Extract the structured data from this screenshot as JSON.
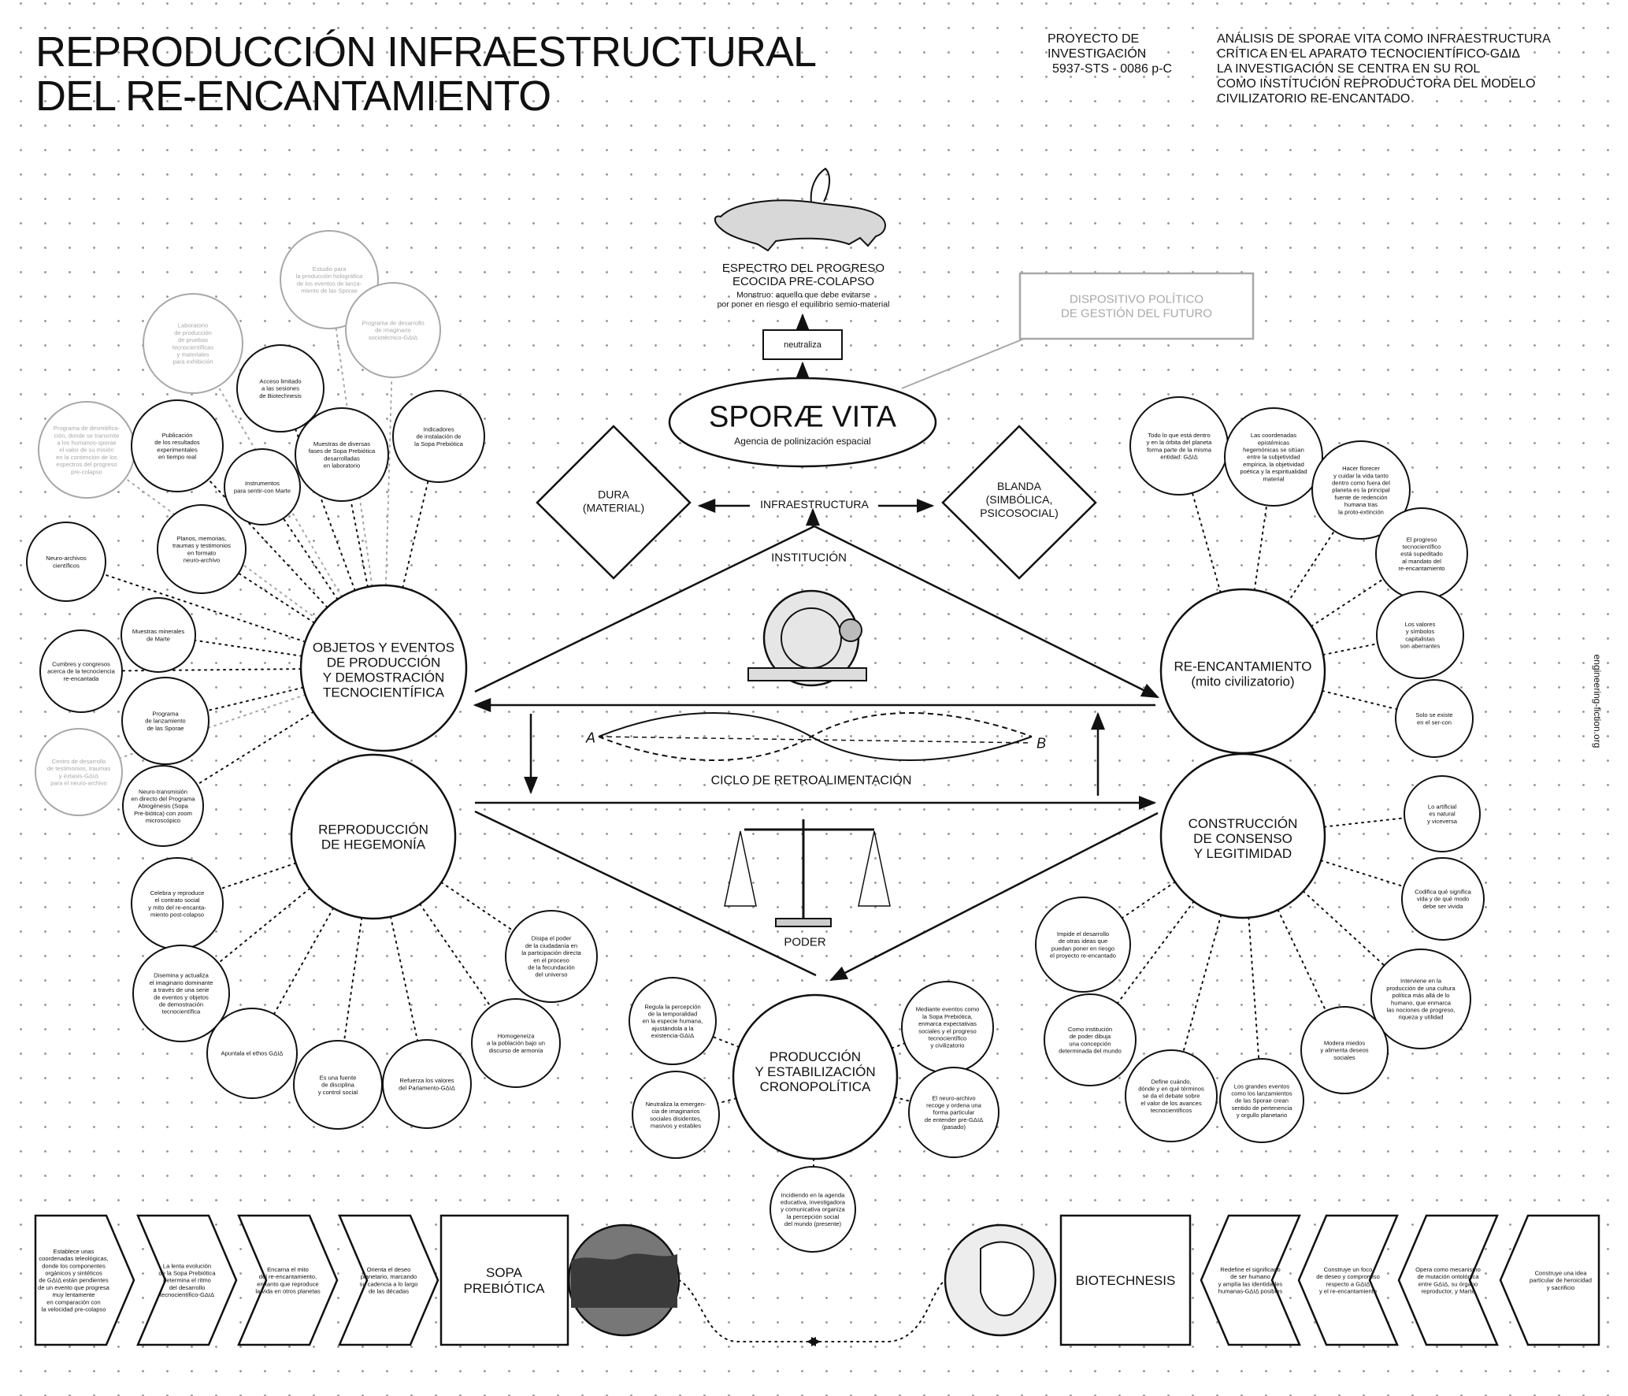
{
  "title": [
    "REPRODUCCIÓN  INFRAESTRUCTURAL",
    "DEL RE-ENCANTAMIENTO"
  ],
  "project": [
    "PROYECTO DE",
    "INVESTIGACIÓN",
    "5937-STS - 0086 p-C"
  ],
  "description": [
    "ANÁLISIS DE SPORAE VITA COMO INFRAESTRUCTURA",
    "CRÍTICA EN EL APARATO TECNOCIENTÍFICO-GΔIΔ",
    "LA INVESTIGACIÓN SE CENTRA EN SU ROL",
    "COMO INSTITUCIÓN REPRODUCTORA DEL MODELO",
    "CIVILIZATORIO RE-ENCANTADO"
  ],
  "side_credit": "engineering-fiction.org",
  "top": {
    "specter_title": [
      "ESPECTRO DEL PROGRESO",
      "ECOCIDA PRE-COLAPSO"
    ],
    "specter_sub": [
      "Monstruo: aquello que debe evitarse",
      "por poner en riesgo el equilibrio semio-material"
    ],
    "neutraliza": "neutraliza",
    "dispositivo": [
      "DISPOSITIVO POLÍTICO",
      "DE GESTIÓN DEL FUTURO"
    ],
    "sporae_title": "SPORÆ VITA",
    "sporae_sub": "Agencia de polinización espacial",
    "dura": [
      "DURA",
      "(MATERIAL)"
    ],
    "blanda": [
      "BLANDA",
      "(SIMBÓLICA,",
      "PSICOSOCIAL)"
    ],
    "infra": "INFRAESTRUCTURA",
    "institucion": "INSTITUCIÓN",
    "ciclo": "CICLO DE RETROALIMENTACIÓN",
    "poder": "PODER",
    "point_a": "A",
    "point_b": "B"
  },
  "main_nodes": {
    "objetos": [
      "OBJETOS Y EVENTOS",
      "DE PRODUCCIÓN",
      "Y DEMOSTRACIÓN",
      "TECNOCIENTÍFICA"
    ],
    "hegemonia": [
      "REPRODUCCIÓN",
      "DE  HEGEMONÍA"
    ],
    "reencantamiento": [
      "RE-ENCANTAMIENTO",
      "(mito civilizatorio)"
    ],
    "consenso": [
      "CONSTRUCCIÓN",
      "DE CONSENSO",
      "Y LEGITIMIDAD"
    ],
    "cronopolitica": [
      "PRODUCCIÓN",
      "Y ESTABILIZACIÓN",
      "CRONOPOLÍTICA"
    ]
  },
  "satellites_left": [
    [
      "Estudio para",
      "la producción holográfica",
      "de los eventos de lanza-",
      "miento de las Sporae"
    ],
    [
      "Programa de desarrollo",
      "de imaginario",
      "sociotécnico-GΔIΔ"
    ],
    [
      "Laboratorio",
      "de producción",
      "de pruebas",
      "tecnocientíficas",
      "y materiales",
      "para exhibición"
    ],
    [
      "Acceso limitado",
      "a las sesiones",
      "de Biotechnesis"
    ],
    [
      "Programa de desmitifica-",
      "ción, donde se transmite",
      "a los humanos-sporae",
      "el valor de su misión",
      "en la contención de los",
      "espectros del progreso",
      "pre-colapso"
    ],
    [
      "Publicación",
      "de los resultados",
      "experimentales",
      "en tiempo real"
    ],
    [
      "Muestras de diversas",
      "fases de Sopa Prebiótica",
      "desarrolladas",
      "en laboratorio"
    ],
    [
      "Indicadores",
      "de instalación de",
      "la Sopa Prebiótica"
    ],
    [
      "Instrumentos",
      "para sentir-con Marte"
    ],
    [
      "Planos, memorias,",
      "traumas y testimonios",
      "en formato",
      "neuro-archivo"
    ],
    [
      "Neuro-archivos",
      "científicos"
    ],
    [
      "Muestras minerales",
      "de Marte"
    ],
    [
      "Cumbres y congresos",
      "acerca de la tecnociencia",
      "re-encantada"
    ],
    [
      "Programa",
      "de lanzamiento",
      "de las Sporae"
    ],
    [
      "Centro de desarrollo",
      "de testimonios, traumas",
      "y éxtasis-GΔIΔ",
      "para el neuro-archivo"
    ],
    [
      "Neuro-transmisión",
      "en directo del Programa",
      "Abiogénesis (Sopa",
      "Pre-biótica) con zoom",
      "microscópico"
    ],
    [
      "Celebra y reproduce",
      "el contrato social",
      "y mito del re-encanta-",
      "miento post-colapso"
    ],
    [
      "Disemina y actualiza",
      "el imaginario dominante",
      "a través de una serie",
      "de eventos y objetos",
      "de demostración",
      "tecnocientífica"
    ],
    [
      "Apuntala el ethos GΔIΔ"
    ],
    [
      "Es una fuente",
      "de disciplina",
      "y control social"
    ],
    [
      "Refuerza los valores",
      "del Parlamento-GΔIΔ"
    ],
    [
      "Homogeneiza",
      "a la población bajo un",
      "discurso de armonía"
    ],
    [
      "Disipa el poder",
      "de la ciudadanía en",
      "la participación directa",
      "en el proceso",
      "de la fecundación",
      "del universo"
    ]
  ],
  "satellites_right": [
    [
      "Todo lo que está dentro",
      "y en la órbita del planeta",
      "forma parte de la misma",
      "entidad: GΔIΔ"
    ],
    [
      "Las coordenadas",
      "epistémicas",
      "hegemónicas se sitúan",
      "entre la subjetividad",
      "empírica, la objetividad",
      "poética y la espiritualidad",
      "material"
    ],
    [
      "Hacer florecer",
      "y cuidar la vida tanto",
      "dentro como fuera del",
      "planeta es la principal",
      "fuente de redención",
      "humana tras",
      "la proto-extinción"
    ],
    [
      "El progreso",
      "tecnocientífico",
      "está supeditado",
      "al mandato del",
      "re-encantamiento"
    ],
    [
      "Los valores",
      "y símbolos",
      "capitalistas",
      "son aberrantes"
    ],
    [
      "Solo se existe",
      "en el ser-con"
    ],
    [
      "Lo artificial",
      "es natural",
      "y viceversa"
    ],
    [
      "Codifica qué significa",
      "vida y de qué modo",
      "debe ser vivida"
    ],
    [
      "Interviene en la",
      "producción de una cultura",
      "política más allá de lo",
      "humano, que enmarca",
      "las nociones de progreso,",
      "riqueza y utilidad"
    ],
    [
      "Modera miedos",
      "y alimenta deseos",
      "sociales"
    ],
    [
      "Los grandes eventos",
      "como los lanzamientos",
      "de las Sporae crean",
      "sentido de pertenencia",
      "y orgullo planetario"
    ],
    [
      "Define cuándo,",
      "dónde y en qué términos",
      "se da el debate sobre",
      "el valor de los avances",
      "tecnocientíficos"
    ],
    [
      "Como institución",
      "de poder dibuja",
      "una concepción",
      "determinada del mundo"
    ],
    [
      "Impide el desarrollo",
      "de otras ideas que",
      "puedan poner en riesgo",
      "el proyecto re-encantado"
    ]
  ],
  "satellites_bottom": [
    [
      "Regula la percepción",
      "de la temporalidad",
      "en la especie humana,",
      "ajustándola a la",
      "existencia-GΔIΔ"
    ],
    [
      "Neutraliza la emergen-",
      "cia de imaginarios",
      "sociales disidentes,",
      "masivos y estables"
    ],
    [
      "Incidiendo en la agenda",
      "educativa, investigadora",
      "y comunicativa organiza",
      "la percepción social",
      "del mundo (presente)"
    ],
    [
      "Mediante eventos como",
      "la Sopa Prebiótica,",
      "enmarca expectativas",
      "sociales y el progreso",
      "tecnocientífico",
      "y civilizatorio"
    ],
    [
      "El neuro-archivo",
      "recoge y ordena una",
      "forma particular",
      "de entender pre-GΔIΔ",
      "(pasado)"
    ]
  ],
  "bottom_left_arrows": [
    [
      "Establece unas",
      "coordenadas teleológicas,",
      "donde los componentes",
      "orgánicos y sintéticos",
      "de GΔIΔ están pendientes",
      "de un evento que progresa",
      "muy lentamente",
      "en comparación con",
      "la velocidad pre-colapso"
    ],
    [
      "La lenta evolución",
      "de la Sopa Prebiótica",
      "determina el ritmo",
      "del desarrollo",
      "tecnocientífico-GΔIΔ"
    ],
    [
      "Encarna el mito",
      "del re-encantamiento,",
      "en tanto que reproduce",
      "la vida en otros planetas"
    ],
    [
      "Orienta el deseo",
      "planetario, marcando",
      "su cadencia a lo largo",
      "de las décadas"
    ]
  ],
  "sopa": [
    "SOPA",
    "PREBIÓTICA"
  ],
  "biotechnesis": "BIOTECHNESIS",
  "bottom_right_arrows": [
    [
      "Redefine el significado",
      "de ser humano",
      "y amplía las identidades",
      "humanas-GΔIΔ posibles"
    ],
    [
      "Construye un foco",
      "de deseo y compromiso",
      "respecto a GΔIΔ",
      "y el re-encantamiento"
    ],
    [
      "Opera como mecanismo",
      "de mutación ontológica",
      "entre GΔIΔ, su órgano",
      "reproductor, y Marte"
    ],
    [
      "Construye una idea",
      "particular de heroicidad",
      "y sacrificio"
    ]
  ],
  "colors": {
    "ink": "#111111",
    "faded": "#a8a8a8",
    "grid": "#9a9a9a"
  }
}
